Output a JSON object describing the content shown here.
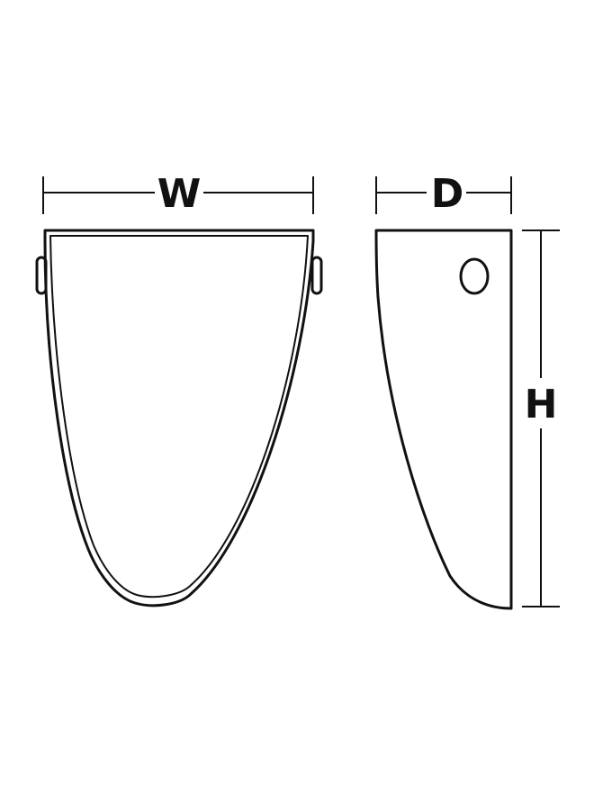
{
  "diagram": {
    "labels": {
      "width": "W",
      "depth": "D",
      "height": "H"
    },
    "colors": {
      "line": "#111111",
      "background": "#ffffff"
    }
  }
}
